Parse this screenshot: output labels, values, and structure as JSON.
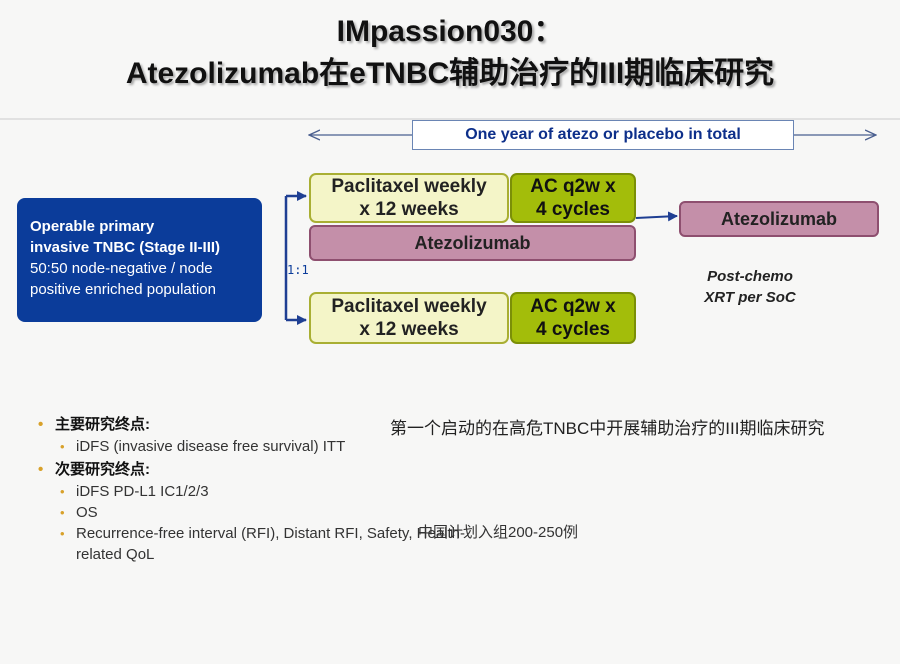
{
  "title": {
    "line1": "IMpassion030：",
    "line2": "Atezolizumab在eTNBC辅助治疗的III期临床研究"
  },
  "design": {
    "year_label": "One year of atezo or placebo in total",
    "population": {
      "line1": "Operable primary",
      "line2": "invasive TNBC (Stage II-III)",
      "line3": "50:50 node-negative / node",
      "line4": "positive enriched population"
    },
    "randomization": "1:1",
    "arm_top": {
      "paclitaxel_line1": "Paclitaxel weekly",
      "paclitaxel_line2": "x 12 weeks",
      "ac_line1": "AC q2w x",
      "ac_line2": "4 cycles",
      "atezo_bar": "Atezolizumab"
    },
    "arm_bottom": {
      "paclitaxel_line1": "Paclitaxel weekly",
      "paclitaxel_line2": "x 12 weeks",
      "ac_line1": "AC q2w x",
      "ac_line2": "4 cycles"
    },
    "maintenance": "Atezolizumab",
    "post_chemo_line1": "Post-chemo",
    "post_chemo_line2": "XRT per SoC",
    "colors": {
      "population": "#0b3c9a",
      "paclitaxel": "#f4f5c8",
      "ac": "#a3bd0a",
      "atezolizumab": "#c48fa9",
      "arrows": "#1f3f93"
    }
  },
  "endpoints": {
    "primary_label": "主要研究终点:",
    "primary_items": [
      "iDFS (invasive disease free survival) ITT"
    ],
    "secondary_label": "次要研究终点:",
    "secondary_items": [
      "iDFS PD-L1 IC1/2/3",
      "OS",
      "Recurrence-free interval (RFI), Distant RFI, Safety, Health-",
      "related QoL"
    ]
  },
  "notes": {
    "note1": "第一个启动的在高危TNBC中开展辅助治疗的III期临床研究",
    "note2": "中国计划入组200-250例"
  }
}
